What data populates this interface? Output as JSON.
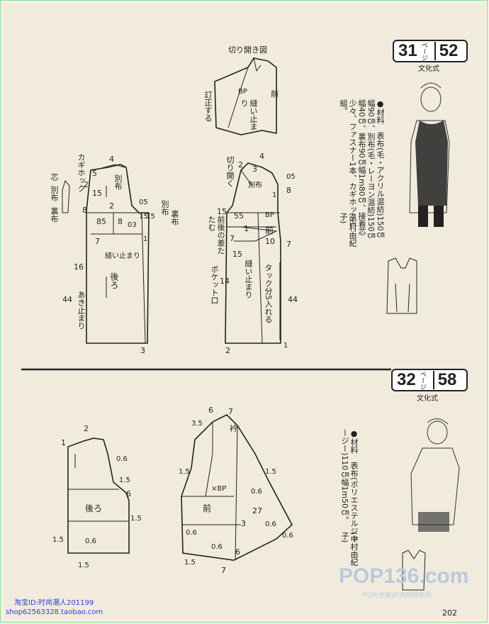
{
  "section1": {
    "badge": {
      "num_left": "31",
      "page_label": "ページ",
      "num_right": "52",
      "subtitle": "文化式"
    },
    "materials": "●材料　表布(毛・アクリル混紡)150㎝幅90㎝、別布(毛・レーヨン混紡)150㎝幅40㎝、裏布90㎝幅1m80㎝、接着芯少々、ファスナー1本、カギホック1組。",
    "credit": "(中村由紀子)",
    "slash_title": "切り開き図",
    "slash_labels": {
      "correct": "訂正する",
      "bp": "BP",
      "front": "前",
      "sew": "縫い止まり"
    },
    "back_labels": {
      "hook": "カギホック",
      "inter": "芯",
      "sep": "別布",
      "lining": "裏布",
      "sep2": "別布",
      "sew_stop": "縫い止まり",
      "back": "後ろ",
      "opening": "あき止まり",
      "n4": "4",
      "n5": "5",
      "n2a": "2",
      "n15a": "15",
      "n05": "05",
      "n15b": "15",
      "n2b": "2",
      "n8": "8",
      "n85": "85",
      "n03": "03",
      "n7": "7",
      "n1": "1",
      "n16": "16",
      "n44": "44",
      "n3": "3",
      "n15c": "15",
      "n8b": "8",
      "sep_b": "別布",
      "lin_b": "裏布"
    },
    "front_labels": {
      "slash_open": "切り開く",
      "sep": "別布",
      "adjust": "前後の差たたむ",
      "pocket": "ポケット口",
      "sew_stop": "縫い止まり",
      "tuck": "タック分5入れる",
      "bp": "BP",
      "front": "前",
      "n2": "2",
      "n4": "4",
      "n3": "3",
      "n05": "05",
      "n8": "8",
      "n15a": "15",
      "n55": "55",
      "n1": "1",
      "n7": "7",
      "n10": "10",
      "n7b": "7",
      "n15b": "15",
      "n14": "14",
      "n44": "44",
      "n1b": "1",
      "n2b": "2",
      "n1c": "1"
    }
  },
  "section2": {
    "badge": {
      "num_left": "32",
      "page_label": "ページ",
      "num_right": "58",
      "subtitle": "文化式"
    },
    "materials": "●材料　表布(ポリエステルジャージー)110㎝幅1m50㎝。",
    "credit": "(中村由紀子)",
    "back_labels": {
      "back": "後ろ",
      "n1": "1",
      "n2": "2",
      "n06a": "0.6",
      "n15a": "1.5",
      "n6": "6",
      "n15b": "1.5",
      "n06b": "0.6",
      "n15c": "1.5",
      "n15d": "1.5"
    },
    "front_labels": {
      "collar": "衿",
      "bp": "×BP",
      "front": "前",
      "n35": "3.5",
      "n6": "6",
      "n7a": "7",
      "n15a": "1.5",
      "n15b": "1.5",
      "n06a": "0.6",
      "n06b": "0.6",
      "n27": "27",
      "n3": "3",
      "n06c": "0.6",
      "n06d": "0.6",
      "n06e": "0.6",
      "n7b": "7",
      "n6b": "6",
      "n15c": "1.5"
    }
  },
  "footer": {
    "page_number": "202",
    "watermark": "POP136.com",
    "watermark_sub": "POP(全球)时尚网络机构",
    "shop_line1": "淘宝ID:时尚潮人201199",
    "shop_line2": "shop62563328.taobao.com"
  }
}
